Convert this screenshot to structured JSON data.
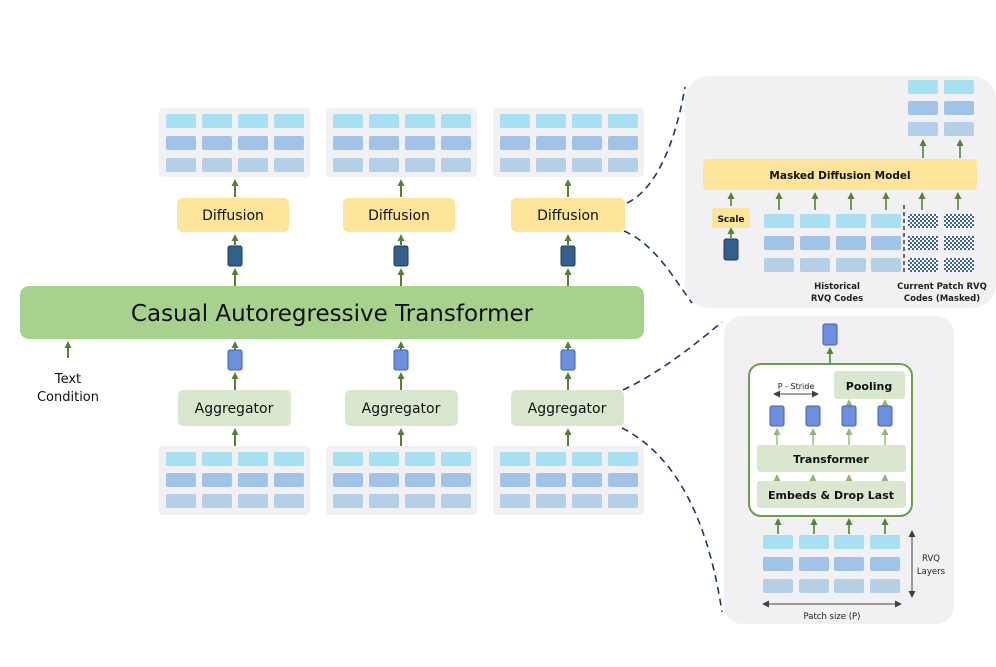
{
  "main": {
    "transformer_label": "Casual Autoregressive Transformer",
    "text_condition_line1": "Text",
    "text_condition_line2": "Condition",
    "columns": [
      {
        "diffusion_label": "Diffusion",
        "aggregator_label": "Aggregator"
      },
      {
        "diffusion_label": "Diffusion",
        "aggregator_label": "Aggregator"
      },
      {
        "diffusion_label": "Diffusion",
        "aggregator_label": "Aggregator"
      }
    ]
  },
  "diffusion_detail": {
    "model_label": "Masked Diffusion Model",
    "scale_label": "Scale",
    "historical_line1": "Historical",
    "historical_line2": "RVQ Codes",
    "current_line1": "Current Patch RVQ",
    "current_line2": "Codes (Masked)"
  },
  "aggregator_detail": {
    "pooling_label": "Pooling",
    "stride_label": "P - Stride",
    "transformer_label": "Transformer",
    "embeds_label": "Embeds & Drop Last",
    "rvq_line1": "RVQ",
    "rvq_line2": "Layers",
    "patch_size_label": "Patch size (P)"
  },
  "colors": {
    "code_row1": "#a7e0f3",
    "code_row2": "#a2c3e8",
    "code_row3": "#b4d0e6",
    "panel_bg": "#f1f1f3",
    "transformer_green": "#a9d18e",
    "aggregator_green": "#d9e7cf",
    "diffusion_yellow": "#ffe599",
    "token_dark": "#335f8c",
    "token_blue": "#6e8fe0",
    "arrow_green": "#548235",
    "outline_green": "#6d9f4b",
    "connector": "#1f3864"
  }
}
